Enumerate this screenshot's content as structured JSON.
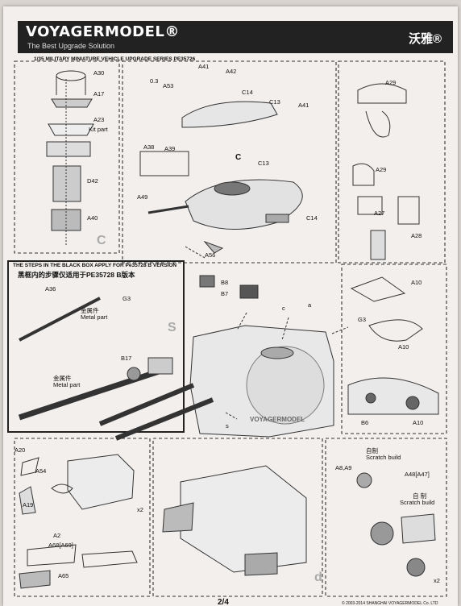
{
  "header": {
    "brand": "VOYAGERMODEL®",
    "tagline": "The Best Upgrade Solution",
    "brand_cn": "沃雅®"
  },
  "series_title": "1/35 MILITARY MINIATURE VEHICLE UPGRADE SERIES PE35726",
  "labels": {
    "a30": "A30",
    "a17": "A17",
    "a23": "A23",
    "kit_part": "Kit part",
    "d42": "D42",
    "a40": "A40",
    "a41_1": "A41",
    "a42": "A42",
    "a53": "A53",
    "d3": "0.3",
    "c14_1": "C14",
    "c13_1": "C13",
    "a41_2": "A41",
    "a38": "A38",
    "a39": "A39",
    "c": "C",
    "c13_2": "C13",
    "a49": "A49",
    "c14_2": "C14",
    "a56": "A56",
    "a29_1": "A29",
    "a29_2": "A29",
    "a27": "A27",
    "a28": "A28",
    "b8": "B8",
    "b7": "B7",
    "c_small": "c",
    "a_small": "a",
    "a10_1": "A10",
    "g3_1": "G3",
    "a10_2": "A10",
    "a36": "A36",
    "g3_2": "G3",
    "b17": "B17",
    "b6": "B6",
    "a10_3": "A10",
    "s_small": "s",
    "a20": "A20",
    "a54": "A54",
    "a19": "A19",
    "x2_1": "x2",
    "a2": "A2",
    "a68": "A68[A69]",
    "a65": "A65",
    "a8a9": "A8,A9",
    "a48": "A48[A47]",
    "x2_2": "x2"
  },
  "step_letters": {
    "c": "C",
    "s": "S",
    "d": "d"
  },
  "black_box_note": "THE STEPS IN THE BLACK BOX APPLY FOR Pe35728 B VERSION",
  "black_box_note_cn": "黑框内的步骤仅适用于PE35728 B版本",
  "metal_part_cn_1": "金属件",
  "metal_part_en_1": "Metal part",
  "metal_part_cn_2": "金属件",
  "metal_part_en_2": "Metal part",
  "scratch_cn_1": "自制",
  "scratch_en_1": "Scratch build",
  "scratch_cn_2": "自 制",
  "scratch_en_2": "Scratch build",
  "watermark": "VOYAGERMODEL",
  "page_number": "2/4",
  "copyright": "© 2003-2014 SHANGHAI VOYAGERMODEL Co. LTD"
}
